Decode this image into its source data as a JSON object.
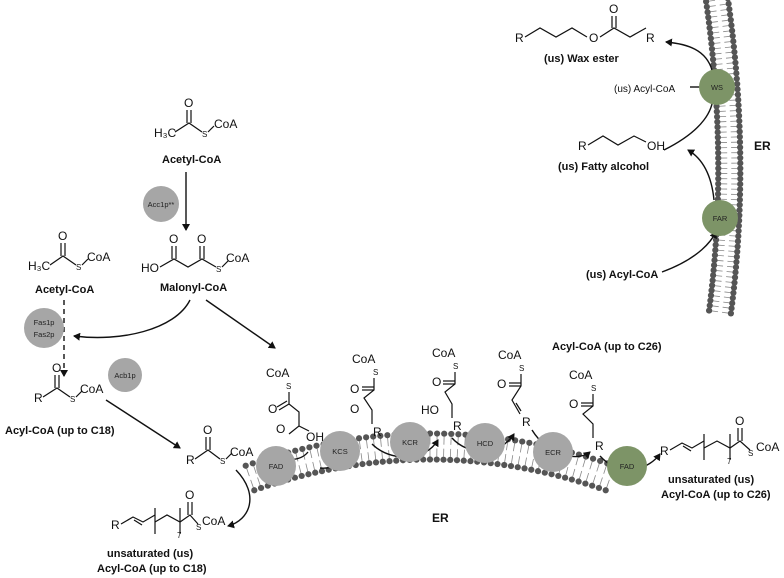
{
  "labels": {
    "wax_ester": "(us) Wax ester",
    "acyl_coa_ws": "(us) Acyl-CoA",
    "fatty_alcohol": "(us) Fatty alcohol",
    "acyl_coa_far": "(us) Acyl-CoA",
    "er_top": "ER",
    "er_bottom": "ER",
    "acetyl_coa_top": "Acetyl-CoA",
    "acetyl_coa_left": "Acetyl-CoA",
    "malonyl_coa": "Malonyl-CoA",
    "acyl_coa_c18": "Acyl-CoA (up to C18)",
    "acyl_coa_c26": "Acyl-CoA (up to C26)",
    "unsat_c18_line1": "unsaturated (us)",
    "unsat_c18_line2": "Acyl-CoA (up to C18)",
    "unsat_c26_line1": "unsaturated (us)",
    "unsat_c26_line2": "Acyl-CoA (up to C26)"
  },
  "enzymes": {
    "ws": "WS",
    "far": "FAR",
    "acc1p": "Acc1p**",
    "fas1p": "Fas1p",
    "fas2p": "Fas2p",
    "acb1p": "Acb1p",
    "fad_left": "FAD",
    "kcs": "KCS",
    "kcr": "KCR",
    "hcd": "HCD",
    "ecr": "ECR",
    "fad_right": "FAD"
  },
  "chem": {
    "coa": "CoA",
    "s": "S",
    "o": "O",
    "r": "R",
    "oh": "OH",
    "ho": "HO",
    "h3c": "H₃C",
    "seven": "7"
  },
  "colors": {
    "enzyme_gray": "#a6a6a6",
    "enzyme_green": "#7d9467",
    "membrane_head": "#555555"
  }
}
